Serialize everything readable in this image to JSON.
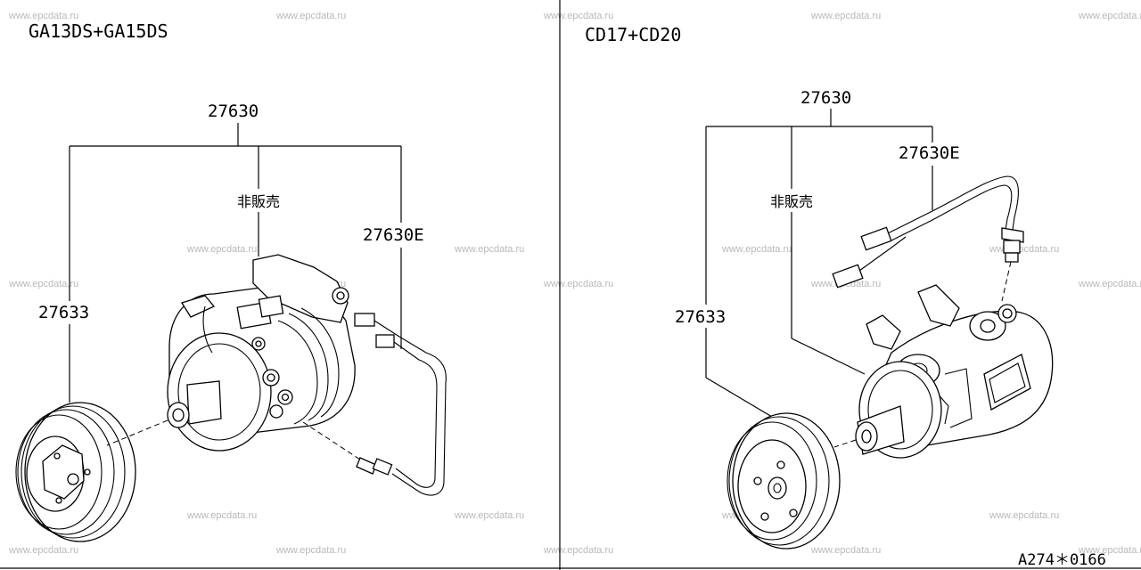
{
  "watermark": "www.epcdata.ru",
  "left_panel": {
    "title": "GA13DS+GA15DS",
    "assembly_label": "27630",
    "not_for_sale_label": "非販売",
    "harness_label": "27630E",
    "pulley_label": "27633"
  },
  "right_panel": {
    "title": "CD17+CD20",
    "assembly_label": "27630",
    "harness_label": "27630E",
    "not_for_sale_label": "非販売",
    "pulley_label": "27633"
  },
  "diagram_code": "A274＊0166"
}
